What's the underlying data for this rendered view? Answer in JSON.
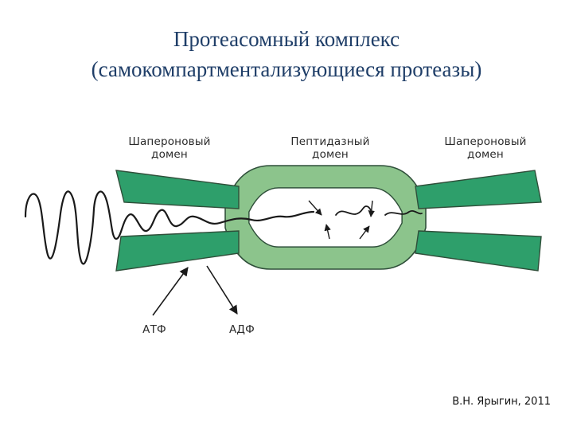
{
  "title": {
    "line1": "Протеасомный комплекс",
    "line2": "(самокомпартментализующиеся протеазы)"
  },
  "labels": {
    "chaperone_left": [
      "Шапероновый",
      "домен"
    ],
    "peptidase": [
      "Пептидазный",
      "домен"
    ],
    "chaperone_right": [
      "Шапероновый",
      "домен"
    ],
    "atp": "АТФ",
    "adp": "АДФ"
  },
  "credit": "В.Н. Ярыгин, 2011",
  "colors": {
    "title": "#1f3e68",
    "chaperone_fill": "#2e9f6b",
    "peptidase_outer": "#8cc48c",
    "peptidase_inner": "#c6e3c2",
    "outline": "#2f4f3a"
  }
}
